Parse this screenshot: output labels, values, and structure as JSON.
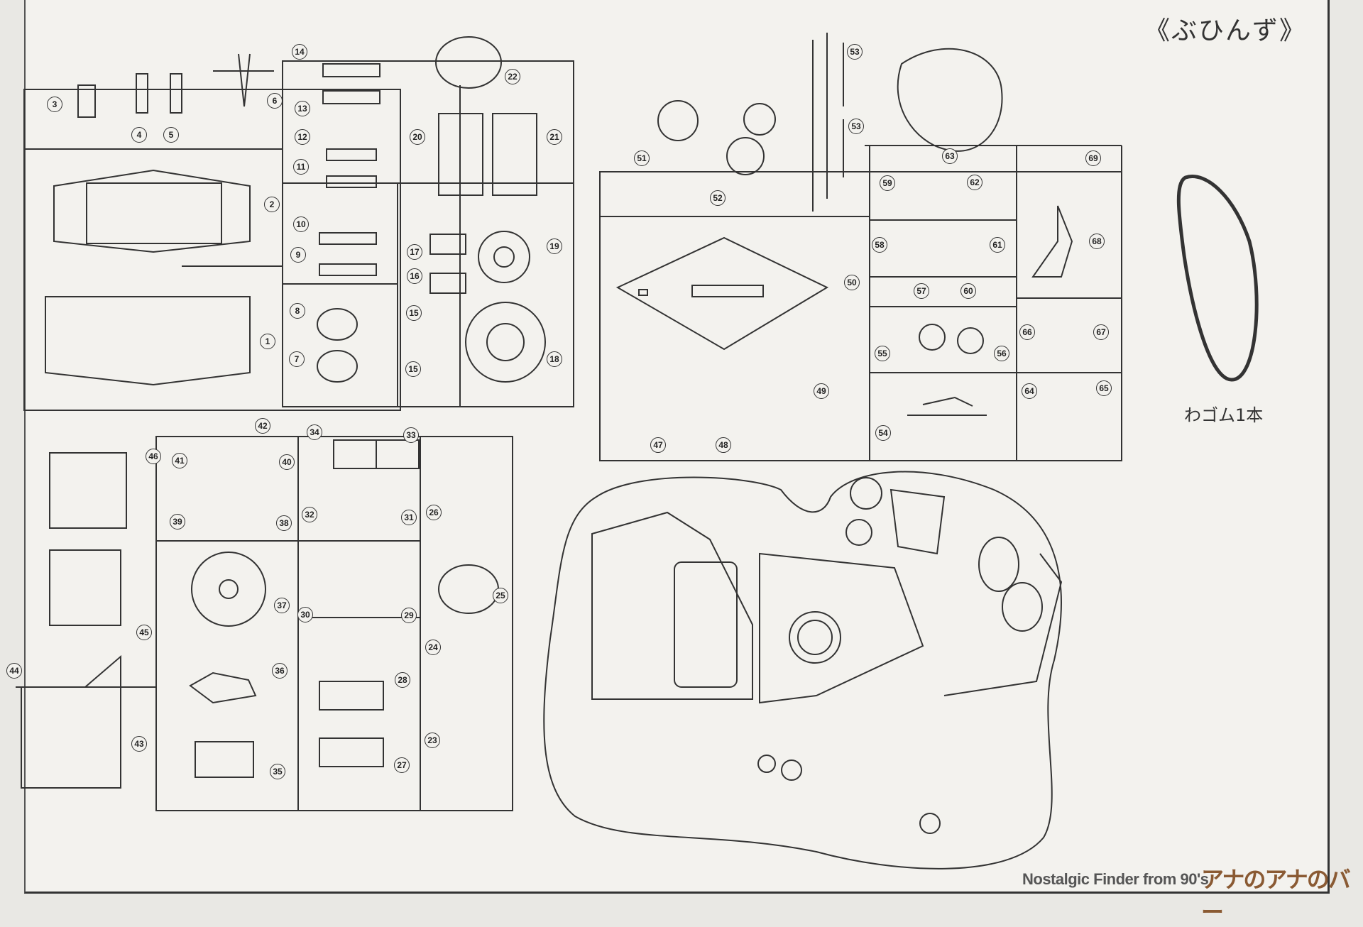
{
  "title": "《ぶひんず》",
  "rubber_band_label": "わゴム1本",
  "watermark": {
    "text": "Nostalgic Finder from 90's",
    "logo": "アナのアナのバー"
  },
  "parts": [
    "3",
    "4",
    "5",
    "6",
    "14",
    "13",
    "12",
    "11",
    "2",
    "10",
    "9",
    "8",
    "1",
    "7",
    "22",
    "20",
    "21",
    "17",
    "16",
    "19",
    "15",
    "15",
    "18",
    "53",
    "53",
    "51",
    "52",
    "63",
    "69",
    "59",
    "62",
    "58",
    "61",
    "68",
    "50",
    "57",
    "60",
    "66",
    "67",
    "55",
    "56",
    "49",
    "64",
    "65",
    "54",
    "47",
    "48",
    "42",
    "34",
    "33",
    "46",
    "41",
    "40",
    "39",
    "38",
    "32",
    "31",
    "26",
    "25",
    "37",
    "30",
    "29",
    "45",
    "24",
    "44",
    "36",
    "28",
    "43",
    "23",
    "27",
    "35"
  ],
  "colors": {
    "ink": "#333333",
    "paper": "#f3f2ee",
    "logo": "#8a5a33"
  }
}
